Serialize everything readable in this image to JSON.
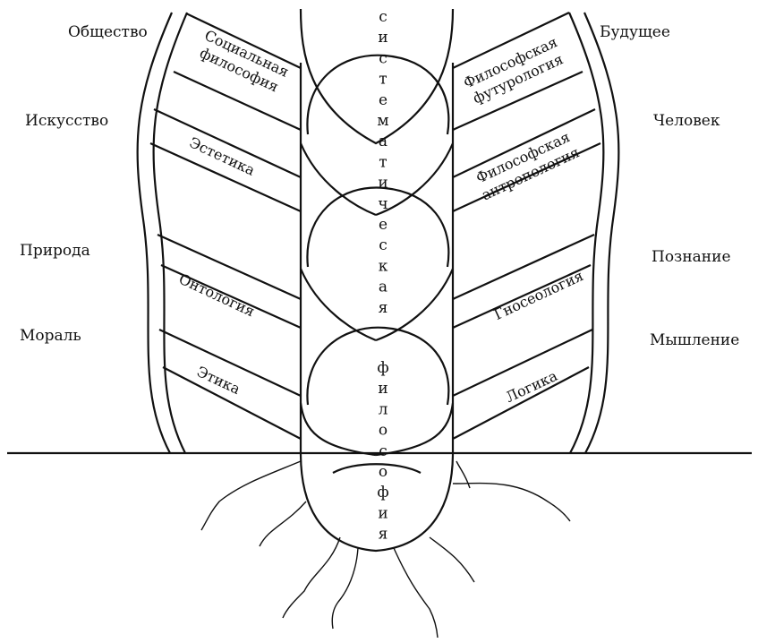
{
  "side_labels": {
    "left": [
      "Общество",
      "Искусство",
      "Природа",
      "Мораль"
    ],
    "right": [
      "Будущее",
      "Человек",
      "Познание",
      "Мышление"
    ]
  },
  "bands": {
    "left": [
      {
        "lines": [
          "Социальная",
          "философия"
        ]
      },
      {
        "lines": [
          "Эстетика"
        ]
      },
      {
        "lines": [
          "Онтология"
        ]
      },
      {
        "lines": [
          "Этика"
        ]
      }
    ],
    "right": [
      {
        "lines": [
          "Философская",
          "футурология"
        ]
      },
      {
        "lines": [
          "Философская",
          "антропология"
        ]
      },
      {
        "lines": [
          "Гносеология"
        ]
      },
      {
        "lines": [
          "Логика"
        ]
      }
    ]
  },
  "trunk": {
    "top_word": "систематическая",
    "bottom_word": "философия"
  }
}
